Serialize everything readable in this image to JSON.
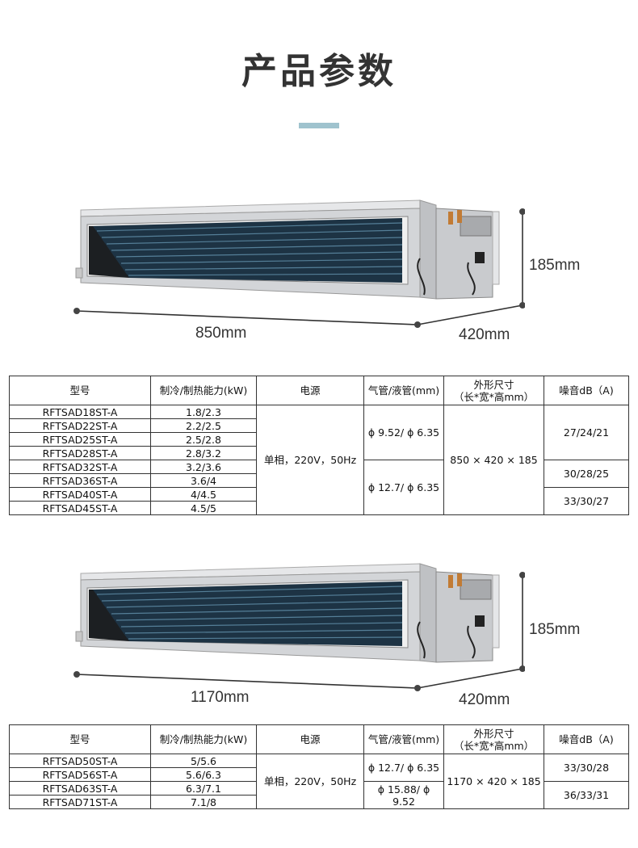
{
  "title": "产品参数",
  "unit1": {
    "height": "185mm",
    "width": "850mm",
    "depth": "420mm"
  },
  "unit2": {
    "height": "185mm",
    "width": "1170mm",
    "depth": "420mm"
  },
  "headers": {
    "model": "型号",
    "capacity": "制冷/制热能力(kW)",
    "power": "电源",
    "pipe": "气管/液管(mm)",
    "size_line1": "外形尺寸",
    "size_line2": "（长*宽*高mm）",
    "noise": "噪音dB（A)"
  },
  "table1": {
    "models": [
      "RFTSAD18ST-A",
      "RFTSAD22ST-A",
      "RFTSAD25ST-A",
      "RFTSAD28ST-A",
      "RFTSAD32ST-A",
      "RFTSAD36ST-A",
      "RFTSAD40ST-A",
      "RFTSAD45ST-A"
    ],
    "capacities": [
      "1.8/2.3",
      "2.2/2.5",
      "2.5/2.8",
      "2.8/3.2",
      "3.2/3.6",
      "3.6/4",
      "4/4.5",
      "4.5/5"
    ],
    "power": "单相，220V，50Hz",
    "pipe_a": "ϕ 9.52/ ϕ 6.35",
    "pipe_b": "ϕ 12.7/ ϕ 6.35",
    "size": "850 × 420 × 185",
    "noise_a": "27/24/21",
    "noise_b": "30/28/25",
    "noise_c": "33/30/27"
  },
  "table2": {
    "models": [
      "RFTSAD50ST-A",
      "RFTSAD56ST-A",
      "RFTSAD63ST-A",
      "RFTSAD71ST-A"
    ],
    "capacities": [
      "5/5.6",
      "5.6/6.3",
      "6.3/7.1",
      "7.1/8"
    ],
    "power": "单相，220V，50Hz",
    "pipe_a": "ϕ 12.7/ ϕ 6.35",
    "pipe_b": "ϕ 15.88/ ϕ 9.52",
    "size": "1170 × 420 × 185",
    "noise_a": "33/30/28",
    "noise_b": "36/33/31"
  },
  "colors": {
    "accent_bar": "#9fc3ce",
    "coil": "#1d3344",
    "casing": "#d9dadc"
  }
}
